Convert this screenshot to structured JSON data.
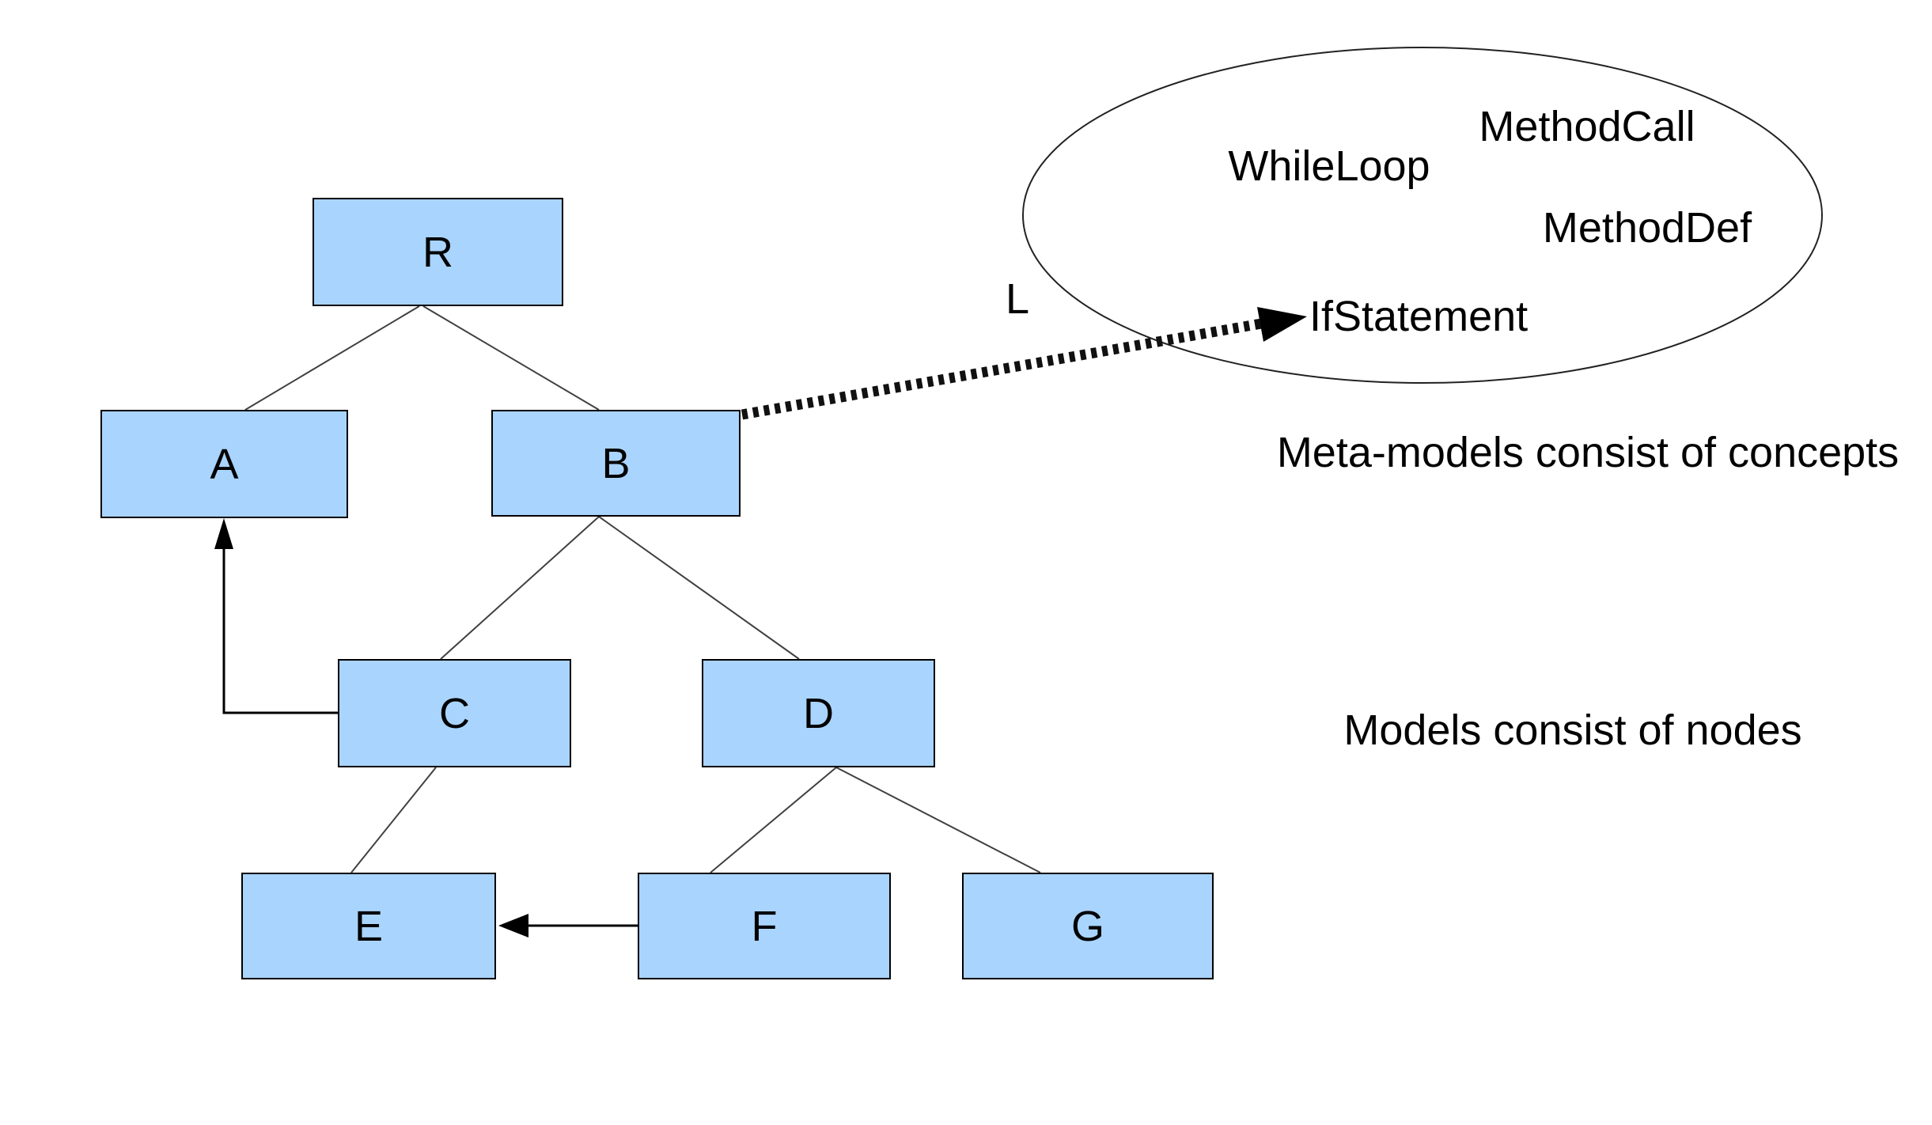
{
  "nodes": {
    "r": {
      "label": "R"
    },
    "a": {
      "label": "A"
    },
    "b": {
      "label": "B"
    },
    "c": {
      "label": "C"
    },
    "d": {
      "label": "D"
    },
    "e": {
      "label": "E"
    },
    "f": {
      "label": "F"
    },
    "g": {
      "label": "G"
    }
  },
  "concepts": {
    "while_loop": "WhileLoop",
    "method_call": "MethodCall",
    "method_def": "MethodDef",
    "if_statement": "IfStatement"
  },
  "edge_label": "L",
  "annotations": {
    "meta_models": "Meta-models consist of concepts",
    "models": "Models consist of nodes"
  },
  "colors": {
    "node_fill": "#a9d4fd",
    "node_border": "#000000",
    "edge_line": "#404040",
    "arrow_line": "#000000",
    "text": "#000000",
    "background": "#ffffff"
  }
}
